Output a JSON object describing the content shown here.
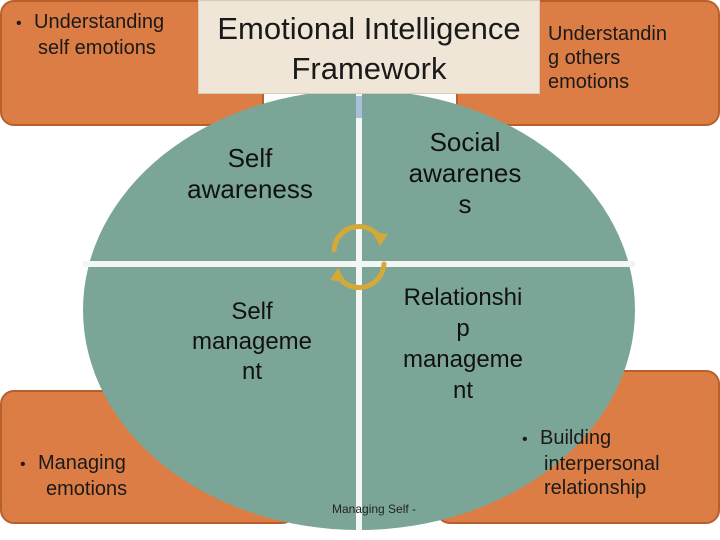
{
  "title": {
    "line1": "Emotional Intelligence",
    "line2": "Framework"
  },
  "corners": {
    "top_left": {
      "line1": "Understanding",
      "line2": "self emotions"
    },
    "top_right": {
      "line1": "Understandin",
      "line2": "g others",
      "line3": "emotions"
    },
    "bottom_left": {
      "line1": "Managing",
      "line2": "emotions"
    },
    "bottom_right": {
      "line1": "Building",
      "line2": "interpersonal",
      "line3": "relationship"
    }
  },
  "quadrants": {
    "top_left": {
      "line1": "Self",
      "line2": "awareness"
    },
    "top_right": {
      "line1": "Social",
      "line2": "awarenes",
      "line3": "s"
    },
    "bottom_left": {
      "line1": "Self",
      "line2": "manageme",
      "line3": "nt"
    },
    "bottom_right": {
      "line1": "Relationshi",
      "line2": "p",
      "line3": "manageme",
      "line4": "nt"
    }
  },
  "footer": "Managing Self -",
  "bullet": "•",
  "colors": {
    "corner": "#dc7d45",
    "circle": "#7ba697",
    "title_bg": "#f0e6d7",
    "arrow": "#d4a93a"
  }
}
